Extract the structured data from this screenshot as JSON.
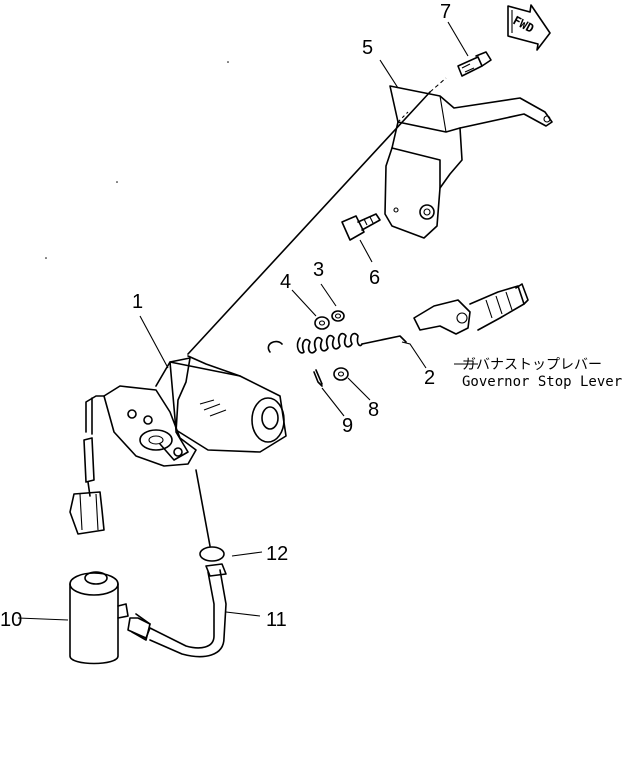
{
  "callouts": {
    "c1": "1",
    "c2": "2",
    "c3": "3",
    "c4": "4",
    "c5": "5",
    "c6": "6",
    "c7": "7",
    "c8": "8",
    "c9": "9",
    "c10": "10",
    "c11": "11",
    "c12": "12"
  },
  "labels": {
    "governor_jp": "ガバナストップレバー",
    "governor_en": "Governor Stop Lever",
    "fwd": "FWD"
  }
}
